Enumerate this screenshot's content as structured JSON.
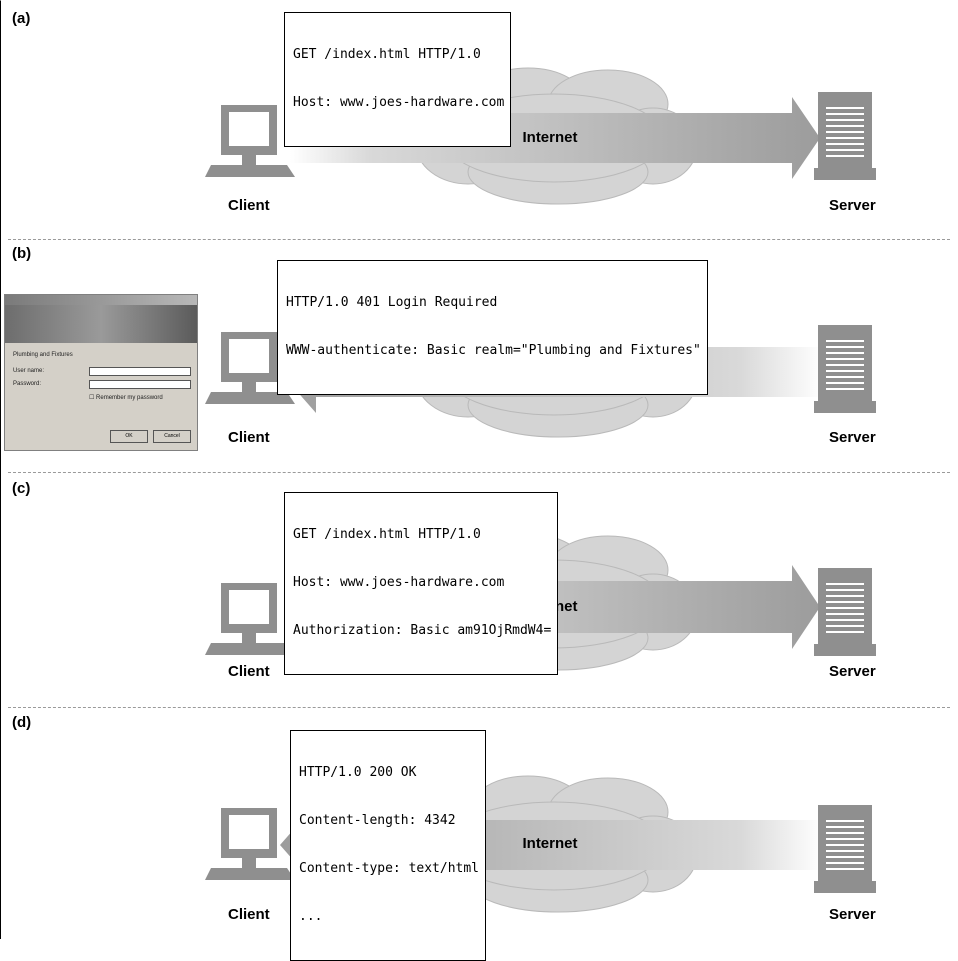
{
  "panels": [
    {
      "label": "(a)",
      "direction": "to-server",
      "message": [
        "GET /index.html HTTP/1.0",
        "Host: www.joes-hardware.com"
      ]
    },
    {
      "label": "(b)",
      "direction": "to-client",
      "message": [
        "HTTP/1.0 401 Login Required",
        "WWW-authenticate: Basic realm=\"Plumbing and Fixtures\""
      ]
    },
    {
      "label": "(c)",
      "direction": "to-server",
      "message": [
        "GET /index.html HTTP/1.0",
        "Host: www.joes-hardware.com",
        "Authorization: Basic am91OjRmdW4="
      ]
    },
    {
      "label": "(d)",
      "direction": "to-client",
      "message": [
        "HTTP/1.0 200 OK",
        "Content-length: 4342",
        "Content-type: text/html",
        "..."
      ]
    }
  ],
  "labels": {
    "internet": "Internet",
    "client": "Client",
    "server": "Server"
  },
  "login_dialog": {
    "realm_text": "Plumbing and Fixtures",
    "user_name_label": "User name:",
    "password_label": "Password:",
    "remember_label": "Remember my password",
    "ok_label": "OK",
    "cancel_label": "Cancel"
  },
  "colors": {
    "arrow": "#9c9c9c",
    "cloud": "#d4d4d4",
    "icon": "#8f8f8f"
  }
}
